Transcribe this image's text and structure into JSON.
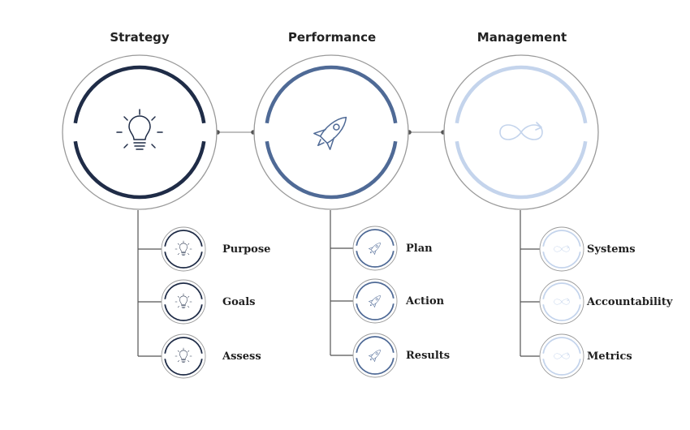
{
  "columns": [
    {
      "title": "Strategy",
      "icon": "lightbulb-icon",
      "accent": "#1f2c47",
      "items": [
        {
          "label": "Purpose",
          "icon": "lightbulb-icon"
        },
        {
          "label": "Goals",
          "icon": "lightbulb-icon"
        },
        {
          "label": "Assess",
          "icon": "lightbulb-icon"
        }
      ]
    },
    {
      "title": "Performance",
      "icon": "rocket-icon",
      "accent": "#4f6a96",
      "items": [
        {
          "label": "Plan",
          "icon": "rocket-icon"
        },
        {
          "label": "Action",
          "icon": "rocket-icon"
        },
        {
          "label": "Results",
          "icon": "rocket-icon"
        }
      ]
    },
    {
      "title": "Management",
      "icon": "infinity-icon",
      "accent": "#c4d4ec",
      "items": [
        {
          "label": "Systems",
          "icon": "infinity-icon"
        },
        {
          "label": "Accountability",
          "icon": "infinity-icon"
        },
        {
          "label": "Metrics",
          "icon": "infinity-icon"
        }
      ]
    }
  ],
  "colors": {
    "outline": "#9a9a9a",
    "connector": "#555555",
    "text": "#1e1e1e"
  }
}
